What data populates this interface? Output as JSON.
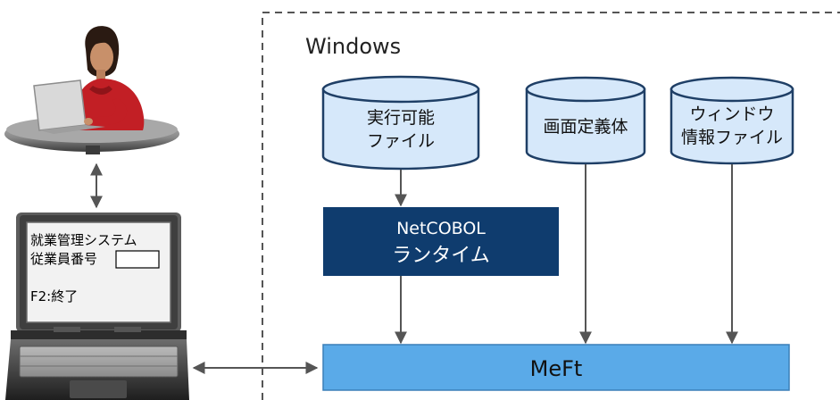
{
  "environment": {
    "label": "Windows"
  },
  "files": {
    "executable": [
      "実行可能",
      "ファイル"
    ],
    "screen_definition": "画面定義体",
    "window_info": [
      "ウィンドウ",
      "情報ファイル"
    ]
  },
  "runtime": {
    "line1": "NetCOBOL",
    "line2": "ランタイム"
  },
  "mefte": {
    "label": "MeFt"
  },
  "terminal_screen": {
    "title": "就業管理システム",
    "field_label": "従業員番号",
    "function_key": "F2:終了"
  },
  "colors": {
    "cylinder_fill": "#d6e8fa",
    "cylinder_stroke": "#1f3f66",
    "runtime_fill": "#0f3c6e",
    "mefte_fill": "#5aaae8",
    "arrow": "#555555",
    "dashed_border": "#555555"
  },
  "icons": {
    "user": "person-at-laptop-icon",
    "terminal": "laptop-terminal-icon"
  }
}
